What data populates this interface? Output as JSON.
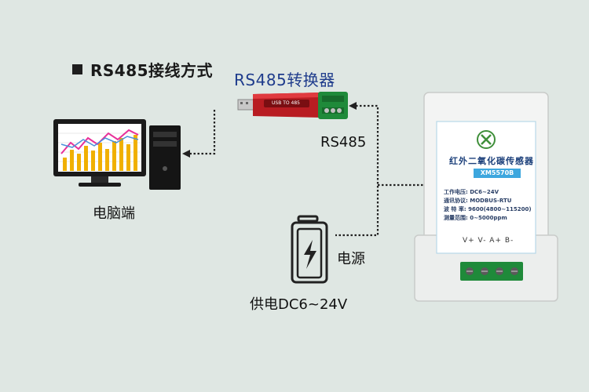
{
  "heading": "RS485接线方式",
  "converter_title": "RS485转换器",
  "converter_label": "USB TO 485",
  "pc_label": "电脑端",
  "rs485_label": "RS485",
  "power_label": "电源",
  "supply_label": "供电DC6~24V",
  "device": {
    "title": "红外二氧化碳传感器",
    "model": "XM5570B",
    "specs": [
      "工作电压:  DC6~24V",
      "通讯协议:  MODBUS-RTU",
      "波 特 率:  9600(4800~115200)",
      "测量范围:  0~5000ppm"
    ],
    "pins": "V+ V- A+ B-"
  },
  "colors": {
    "background": "#dfe7e3",
    "title_blue": "#1f3c8c",
    "chart_bar": "#f0b000",
    "chart_line": "#e8309a",
    "converter_red": "#c81e24",
    "terminal_green": "#1f8a3a"
  }
}
